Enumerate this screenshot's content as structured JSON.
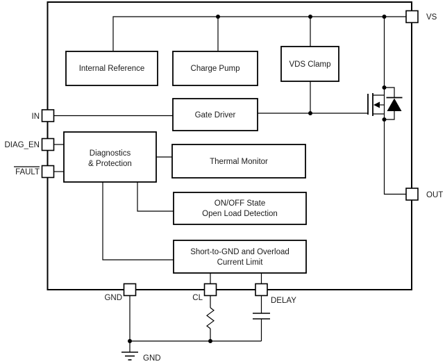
{
  "diagram_type": "functional-block-diagram",
  "colors": {
    "line": "#000000",
    "background": "#ffffff",
    "text": "#1a1a1a"
  },
  "blocks": {
    "internal_reference": {
      "label": "Internal Reference"
    },
    "charge_pump": {
      "label": "Charge Pump"
    },
    "vds_clamp": {
      "label": "VDS Clamp"
    },
    "gate_driver": {
      "label": "Gate Driver"
    },
    "diagnostics": {
      "line1": "Diagnostics",
      "line2": "& Protection"
    },
    "thermal_monitor": {
      "label": "Thermal Monitor"
    },
    "open_load": {
      "line1": "ON/OFF State",
      "line2": "Open Load Detection"
    },
    "current_limit": {
      "line1": "Short-to-GND and Overload",
      "line2": "Current Limit"
    }
  },
  "pins": {
    "vs": {
      "label": "VS"
    },
    "in": {
      "label": "IN"
    },
    "diag_en": {
      "label": "DIAG_EN"
    },
    "fault": {
      "label": "FAULT",
      "active_low": true
    },
    "out": {
      "label": "OUT"
    },
    "gnd": {
      "label": "GND"
    },
    "cl": {
      "label": "CL"
    },
    "delay": {
      "label": "DELAY"
    }
  },
  "external": {
    "ground_label": "GND"
  },
  "components": {
    "power_fet": "n-channel power MOSFET with body diode",
    "cl_resistor": "current-limit set resistor",
    "delay_capacitor": "delay capacitor",
    "ground_symbol": "earth ground"
  }
}
